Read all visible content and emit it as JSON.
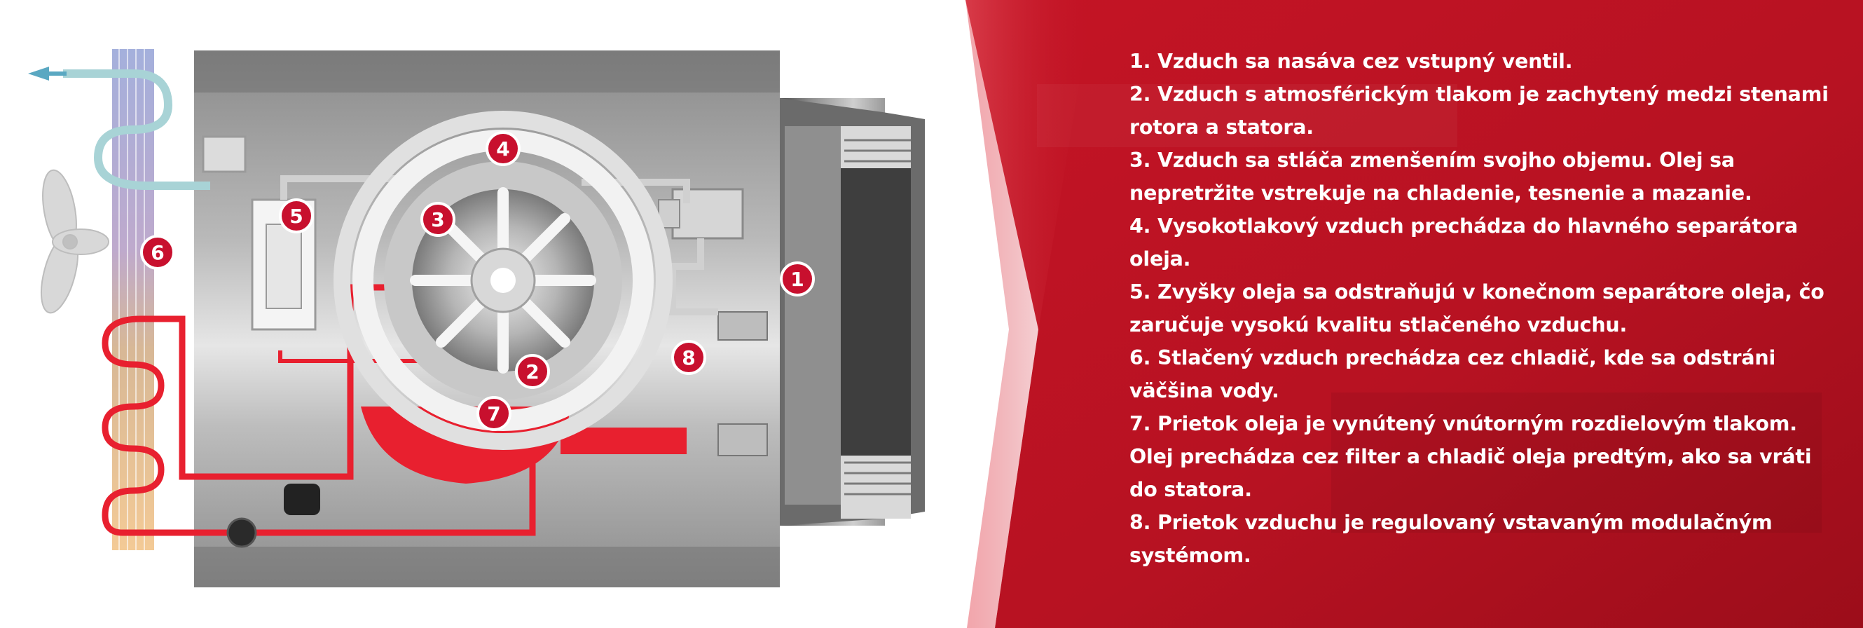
{
  "colors": {
    "accent_red": "#cf1d2e",
    "panel_red_dark": "#a30f1c",
    "housing_gray": "#8c8c8c",
    "oil_red": "#e8202f",
    "marker_red": "#c8102e"
  },
  "icons": [
    "fan-icon",
    "outlet-arrow-icon",
    "radiator-icon",
    "rotor-icon",
    "valve-icon",
    "filter-icon",
    "pump-icon"
  ],
  "diagram": {
    "markers": [
      "1",
      "2",
      "3",
      "4",
      "5",
      "6",
      "7",
      "8"
    ]
  },
  "steps": [
    "1. Vzduch sa nasáva cez vstupný ventil.",
    "2. Vzduch s atmosférickým tlakom je zachytený medzi stenami rotora a statora.",
    "3. Vzduch sa stláča zmenšením svojho objemu. Olej sa nepretržite vstrekuje na chladenie, tesnenie a mazanie.",
    "4. Vysokotlakový vzduch prechádza do hlavného separátora oleja.",
    "5. Zvyšky oleja sa odstraňujú v konečnom separátore oleja, čo zaručuje vysokú kvalitu stlačeného vzduchu.",
    "6. Stlačený vzduch prechádza cez chladič, kde sa odstráni väčšina vody.",
    "7. Prietok oleja je vynútený vnútorným rozdielovým tlakom. Olej prechádza cez filter a chladič oleja predtým, ako sa vráti do statora.",
    "8. Prietok vzduchu je regulovaný vstavaným modulačným systémom."
  ]
}
